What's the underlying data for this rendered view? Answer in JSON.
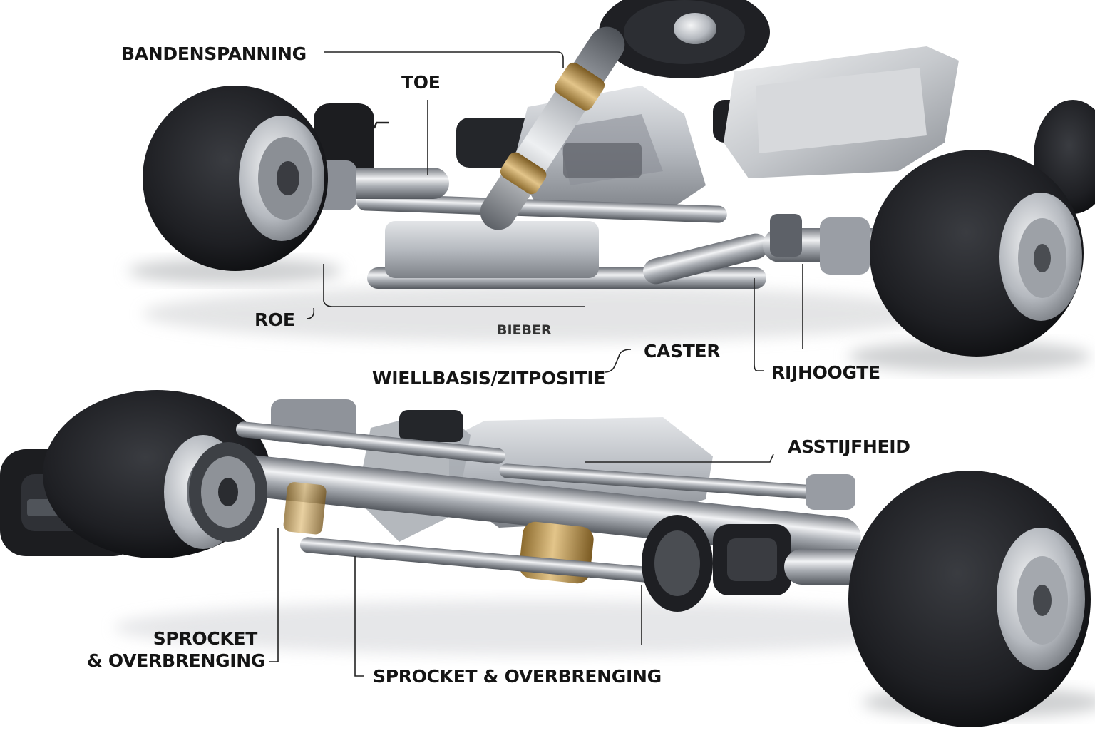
{
  "labels": {
    "bandenspanning": "BANDENSPANNING",
    "toe": "TOE",
    "roe": "ROE",
    "garbled": "BIEBER",
    "caster": "CASTER",
    "wielbasis": "WIELLBASIS/ZITPOSITIE",
    "rijhoogte": "RIJHOOGTE",
    "asstijfheid": "ASSTIJFHEID",
    "sprocket_left_line1": "SPROCKET",
    "sprocket_left_line2": "& OVERBRENGING",
    "sprocket_bottom": "SPROCKET & OVERBRENGING"
  },
  "colors": {
    "background": "#ffffff",
    "tire": "#1c1d20",
    "steel": "#b9bdc3",
    "chrome_dark": "#6d7178",
    "brass": "#c9a35e",
    "leader": "#222222"
  },
  "icons": {
    "kart": "go-kart-chassis-illustration"
  }
}
